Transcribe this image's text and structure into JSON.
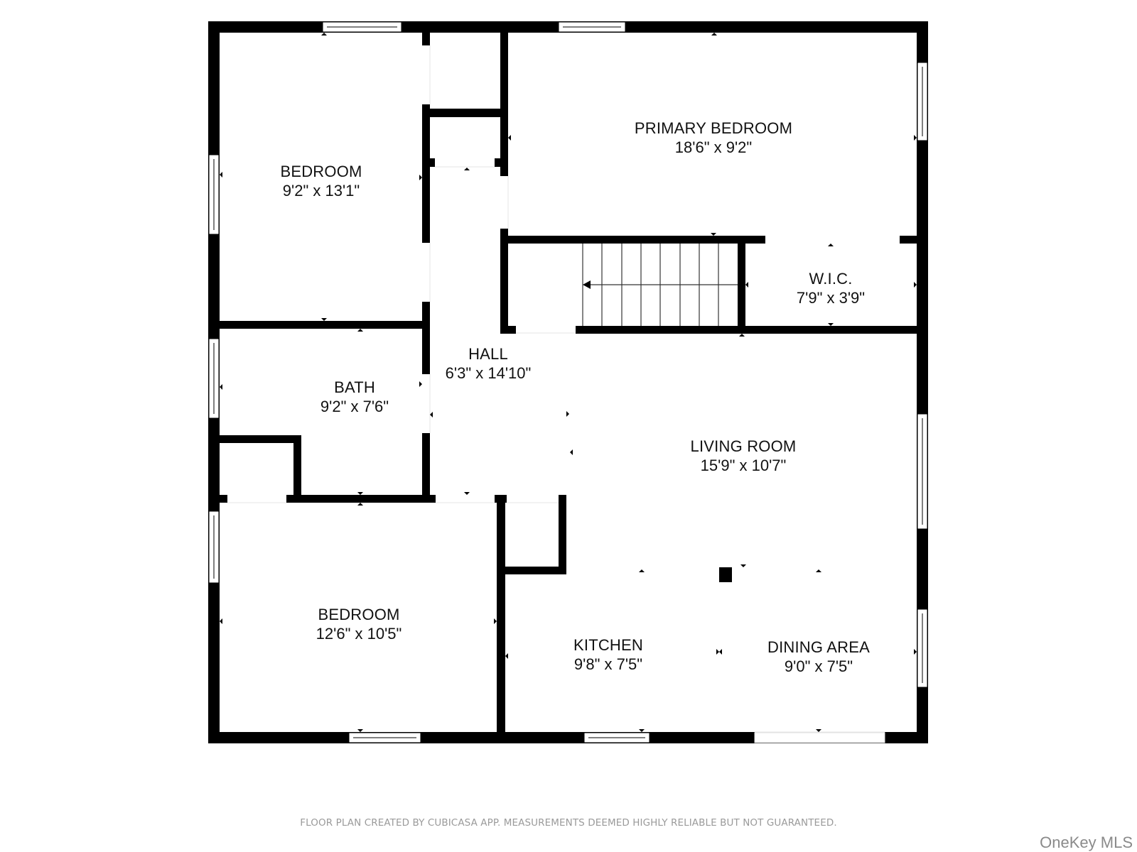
{
  "floor_plan": {
    "rooms": [
      {
        "id": "bedroom-1",
        "name": "BEDROOM",
        "dimensions": "9'2\" x 13'1\""
      },
      {
        "id": "primary-bedroom",
        "name": "PRIMARY BEDROOM",
        "dimensions": "18'6\" x 9'2\""
      },
      {
        "id": "wic",
        "name": "W.I.C.",
        "dimensions": "7'9\" x 3'9\""
      },
      {
        "id": "hall",
        "name": "HALL",
        "dimensions": "6'3\" x 14'10\""
      },
      {
        "id": "bath",
        "name": "BATH",
        "dimensions": "9'2\" x 7'6\""
      },
      {
        "id": "living-room",
        "name": "LIVING ROOM",
        "dimensions": "15'9\" x 10'7\""
      },
      {
        "id": "bedroom-2",
        "name": "BEDROOM",
        "dimensions": "12'6\" x 10'5\""
      },
      {
        "id": "kitchen",
        "name": "KITCHEN",
        "dimensions": "9'8\" x 7'5\""
      },
      {
        "id": "dining-area",
        "name": "DINING AREA",
        "dimensions": "9'0\" x 7'5\""
      }
    ],
    "wall_color": "#000000",
    "background_color": "#ffffff"
  },
  "footer": {
    "disclaimer": "FLOOR PLAN CREATED BY CUBICASA APP. MEASUREMENTS DEEMED HIGHLY RELIABLE BUT NOT GUARANTEED.",
    "watermark": "OneKey MLS"
  }
}
